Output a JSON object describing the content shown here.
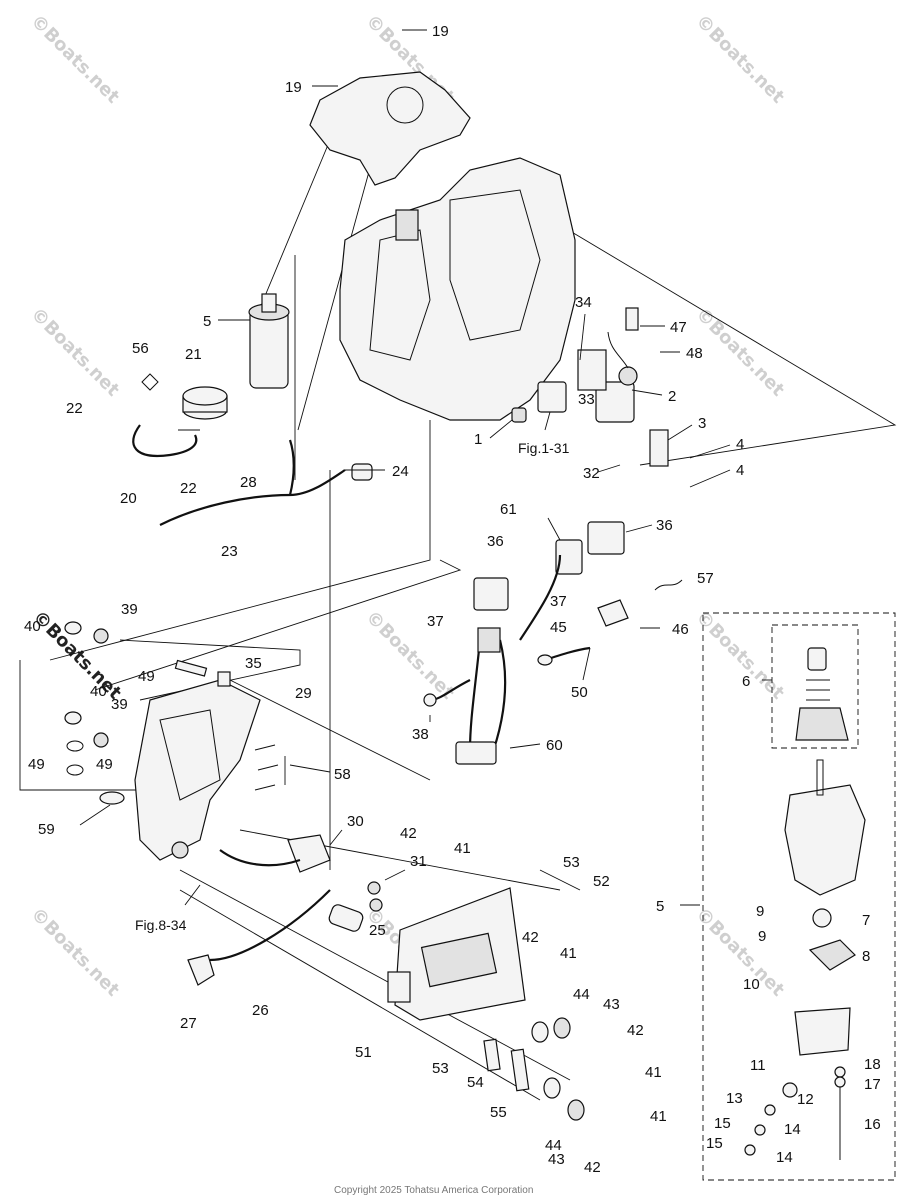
{
  "watermark": "©Boats.net",
  "copyright": "Copyright 2025 Tohatsu America Corporation",
  "references": {
    "fig_1_31": "Fig.1-31",
    "fig_8_34": "Fig.8-34"
  },
  "callouts": [
    {
      "id": "c19a",
      "text": "19"
    },
    {
      "id": "c19b",
      "text": "19"
    },
    {
      "id": "c5a",
      "text": "5"
    },
    {
      "id": "c56",
      "text": "56"
    },
    {
      "id": "c21",
      "text": "21"
    },
    {
      "id": "c22a",
      "text": "22"
    },
    {
      "id": "c22b",
      "text": "22"
    },
    {
      "id": "c20",
      "text": "20"
    },
    {
      "id": "c28",
      "text": "28"
    },
    {
      "id": "c24",
      "text": "24"
    },
    {
      "id": "c23",
      "text": "23"
    },
    {
      "id": "c1",
      "text": "1"
    },
    {
      "id": "c34",
      "text": "34"
    },
    {
      "id": "c47",
      "text": "47"
    },
    {
      "id": "c48",
      "text": "48"
    },
    {
      "id": "c33",
      "text": "33"
    },
    {
      "id": "c2",
      "text": "2"
    },
    {
      "id": "c3",
      "text": "3"
    },
    {
      "id": "c4a",
      "text": "4"
    },
    {
      "id": "c4b",
      "text": "4"
    },
    {
      "id": "c32",
      "text": "32"
    },
    {
      "id": "c61",
      "text": "61"
    },
    {
      "id": "c36a",
      "text": "36"
    },
    {
      "id": "c36b",
      "text": "36"
    },
    {
      "id": "c37a",
      "text": "37"
    },
    {
      "id": "c37b",
      "text": "37"
    },
    {
      "id": "c57",
      "text": "57"
    },
    {
      "id": "c45",
      "text": "45"
    },
    {
      "id": "c46",
      "text": "46"
    },
    {
      "id": "c50",
      "text": "50"
    },
    {
      "id": "c38",
      "text": "38"
    },
    {
      "id": "c60",
      "text": "60"
    },
    {
      "id": "c39a",
      "text": "39"
    },
    {
      "id": "c40a",
      "text": "40"
    },
    {
      "id": "c49a",
      "text": "49"
    },
    {
      "id": "c35",
      "text": "35"
    },
    {
      "id": "c29",
      "text": "29"
    },
    {
      "id": "c40b",
      "text": "40"
    },
    {
      "id": "c39b",
      "text": "39"
    },
    {
      "id": "c49b",
      "text": "49"
    },
    {
      "id": "c49c",
      "text": "49"
    },
    {
      "id": "c58",
      "text": "58"
    },
    {
      "id": "c59",
      "text": "59"
    },
    {
      "id": "c42a",
      "text": "42"
    },
    {
      "id": "c41a",
      "text": "41"
    },
    {
      "id": "c30",
      "text": "30"
    },
    {
      "id": "c31",
      "text": "31"
    },
    {
      "id": "c25",
      "text": "25"
    },
    {
      "id": "c26",
      "text": "26"
    },
    {
      "id": "c27",
      "text": "27"
    },
    {
      "id": "c53a",
      "text": "53"
    },
    {
      "id": "c52",
      "text": "52"
    },
    {
      "id": "c42b",
      "text": "42"
    },
    {
      "id": "c41b",
      "text": "41"
    },
    {
      "id": "c44a",
      "text": "44"
    },
    {
      "id": "c43a",
      "text": "43"
    },
    {
      "id": "c42c",
      "text": "42"
    },
    {
      "id": "c51",
      "text": "51"
    },
    {
      "id": "c53b",
      "text": "53"
    },
    {
      "id": "c54",
      "text": "54"
    },
    {
      "id": "c55",
      "text": "55"
    },
    {
      "id": "c41c",
      "text": "41"
    },
    {
      "id": "c44b",
      "text": "44"
    },
    {
      "id": "c43b",
      "text": "43"
    },
    {
      "id": "c42d",
      "text": "42"
    },
    {
      "id": "c41d",
      "text": "41"
    },
    {
      "id": "c6",
      "text": "6"
    },
    {
      "id": "c5b",
      "text": "5"
    },
    {
      "id": "c9a",
      "text": "9"
    },
    {
      "id": "c7",
      "text": "7"
    },
    {
      "id": "c9b",
      "text": "9"
    },
    {
      "id": "c8",
      "text": "8"
    },
    {
      "id": "c10",
      "text": "10"
    },
    {
      "id": "c11",
      "text": "11"
    },
    {
      "id": "c12",
      "text": "12"
    },
    {
      "id": "c18",
      "text": "18"
    },
    {
      "id": "c17",
      "text": "17"
    },
    {
      "id": "c13",
      "text": "13"
    },
    {
      "id": "c14a",
      "text": "14"
    },
    {
      "id": "c15a",
      "text": "15"
    },
    {
      "id": "c16",
      "text": "16"
    },
    {
      "id": "c15b",
      "text": "15"
    },
    {
      "id": "c14b",
      "text": "14"
    }
  ]
}
